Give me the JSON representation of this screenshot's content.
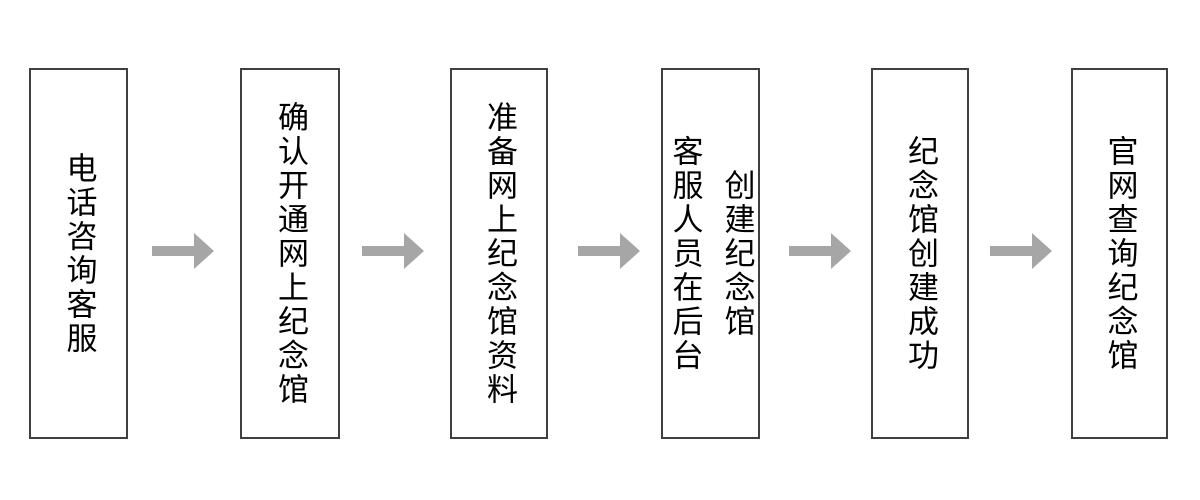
{
  "flowchart": {
    "title": "memorial-hall-creation-process",
    "steps": [
      {
        "text": "电话咨询客服"
      },
      {
        "text": "确认开通网上纪念馆"
      },
      {
        "text": "准备网上纪念馆资料"
      },
      {
        "text": "客服人员在后台\n创建纪念馆"
      },
      {
        "text": "纪念馆创建成功"
      },
      {
        "text": "官网查询纪念馆"
      }
    ],
    "colors": {
      "box_border": "#404040",
      "arrow": "#a6a6a6",
      "text": "#000000",
      "background": "#ffffff"
    }
  }
}
